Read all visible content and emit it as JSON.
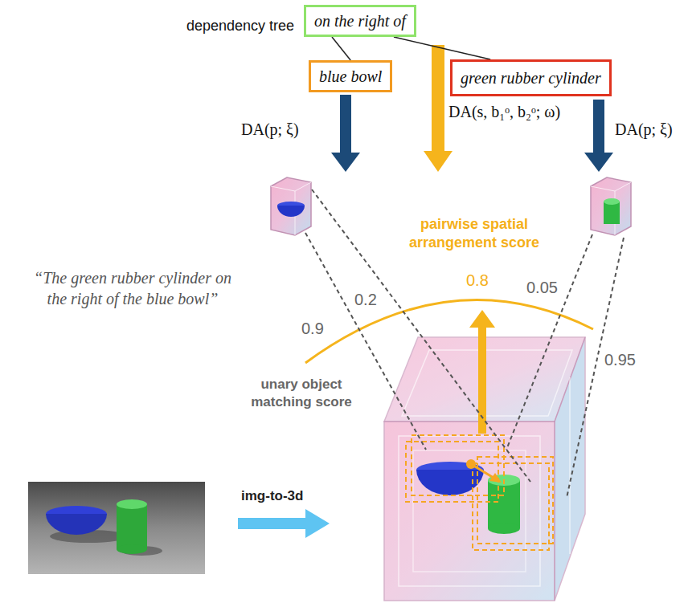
{
  "diagram": {
    "nodes": [
      {
        "text": [
          "on the right of"
        ]
      },
      {
        "text": [
          "blue bowl"
        ]
      },
      {
        "text": [
          "green rubber cylinder"
        ]
      }
    ],
    "edges": [
      {
        "from": 0,
        "to": 1,
        "arrow": "none"
      },
      {
        "from": 0,
        "to": 2,
        "arrow": "none"
      }
    ],
    "labels": [
      "dependency tree",
      "DA(p; ξ)",
      "DA(s, b₁ᵒ, b₂ᵒ; ω)",
      "DA(p; ξ)",
      "pairwise spatial arrangement score",
      "0.8",
      "0.2",
      "0.05",
      "0.9",
      "0.95",
      "“The green rubber cylinder on the right of the blue bowl”",
      "unary object matching score",
      "img-to-3d"
    ]
  }
}
